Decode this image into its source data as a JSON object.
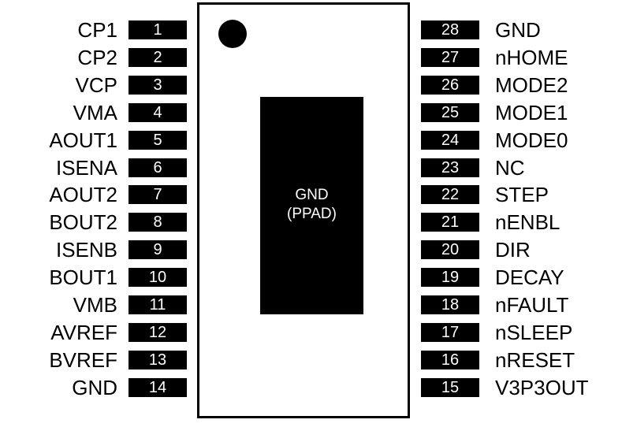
{
  "package": {
    "thermal_pad_label_line1": "GND",
    "thermal_pad_label_line2": "(PPAD)"
  },
  "left_pins": [
    {
      "number": "1",
      "signal": "CP1"
    },
    {
      "number": "2",
      "signal": "CP2"
    },
    {
      "number": "3",
      "signal": "VCP"
    },
    {
      "number": "4",
      "signal": "VMA"
    },
    {
      "number": "5",
      "signal": "AOUT1"
    },
    {
      "number": "6",
      "signal": "ISENA"
    },
    {
      "number": "7",
      "signal": "AOUT2"
    },
    {
      "number": "8",
      "signal": "BOUT2"
    },
    {
      "number": "9",
      "signal": "ISENB"
    },
    {
      "number": "10",
      "signal": "BOUT1"
    },
    {
      "number": "11",
      "signal": "VMB"
    },
    {
      "number": "12",
      "signal": "AVREF"
    },
    {
      "number": "13",
      "signal": "BVREF"
    },
    {
      "number": "14",
      "signal": "GND"
    }
  ],
  "right_pins": [
    {
      "number": "28",
      "signal": "GND"
    },
    {
      "number": "27",
      "signal": "nHOME"
    },
    {
      "number": "26",
      "signal": "MODE2"
    },
    {
      "number": "25",
      "signal": "MODE1"
    },
    {
      "number": "24",
      "signal": "MODE0"
    },
    {
      "number": "23",
      "signal": "NC"
    },
    {
      "number": "22",
      "signal": "STEP"
    },
    {
      "number": "21",
      "signal": "nENBL"
    },
    {
      "number": "20",
      "signal": "DIR"
    },
    {
      "number": "19",
      "signal": "DECAY"
    },
    {
      "number": "18",
      "signal": "nFAULT"
    },
    {
      "number": "17",
      "signal": "nSLEEP"
    },
    {
      "number": "16",
      "signal": "nRESET"
    },
    {
      "number": "15",
      "signal": "V3P3OUT"
    }
  ]
}
